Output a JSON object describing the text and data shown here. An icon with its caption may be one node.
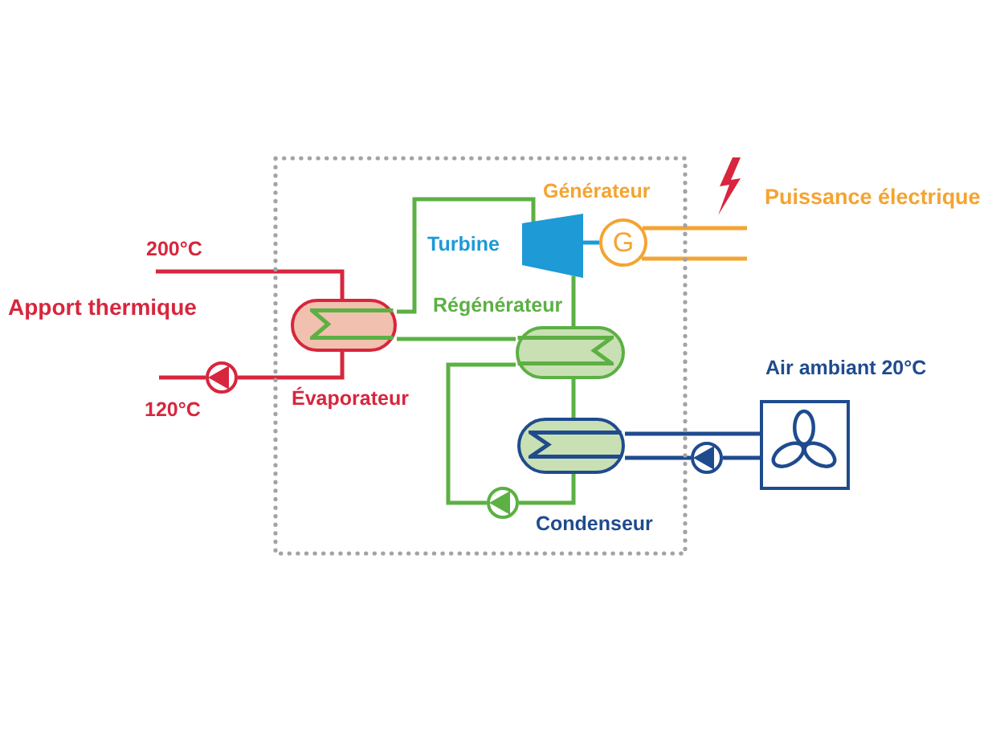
{
  "diagram": {
    "nodes": [
      {
        "text": [],
        "shape": "box"
      },
      {
        "text": [
          "Générateur",
          "G"
        ],
        "in": 0
      },
      {
        "text": [
          "Turbine"
        ],
        "in": 0
      },
      {
        "text": [
          "Évaporateur"
        ],
        "in": 0
      },
      {
        "text": [
          "Régénérateur"
        ],
        "in": 0
      },
      {
        "text": [
          "Condenseur"
        ],
        "in": 0
      },
      {
        "text": [],
        "shape": "circle",
        "in": 0
      },
      {
        "text": [],
        "shape": "circle"
      },
      {
        "text": [
          "Air ambiant 20°C"
        ]
      },
      {
        "text": [],
        "shape": "circle"
      }
    ],
    "edges": [
      {
        "from": null,
        "to": 3,
        "arrow": "none",
        "label": "200°C",
        "color": "#d7263d"
      },
      {
        "from": 3,
        "to": 7,
        "arrow": "none",
        "color": "#d7263d"
      },
      {
        "from": 7,
        "to": null,
        "arrow": "none",
        "label": "120°C",
        "color": "#d7263d"
      },
      {
        "from": 3,
        "to": 2,
        "arrow": "none",
        "color": "#5cb044"
      },
      {
        "from": 2,
        "to": 1,
        "arrow": "none",
        "color": "#1e9ad6"
      },
      {
        "from": 1,
        "to": null,
        "arrow": "none",
        "color": "#f4a431"
      },
      {
        "from": 1,
        "to": null,
        "arrow": "none",
        "color": "#f4a431"
      },
      {
        "from": 2,
        "to": 4,
        "arrow": "none",
        "color": "#5cb044"
      },
      {
        "from": 4,
        "to": 3,
        "arrow": "none",
        "color": "#5cb044"
      },
      {
        "from": 4,
        "to": 5,
        "arrow": "none",
        "color": "#5cb044"
      },
      {
        "from": 4,
        "to": 6,
        "arrow": "none",
        "color": "#5cb044"
      },
      {
        "from": 6,
        "to": 5,
        "arrow": "none",
        "color": "#5cb044"
      },
      {
        "from": 5,
        "to": 8,
        "arrow": "none",
        "color": "#1f4b8e"
      },
      {
        "from": 5,
        "to": 9,
        "arrow": "none",
        "color": "#1f4b8e"
      },
      {
        "from": 9,
        "to": 8,
        "arrow": "none",
        "color": "#1f4b8e"
      }
    ],
    "labels": [
      "Apport thermique",
      "Puissance électrique"
    ]
  }
}
